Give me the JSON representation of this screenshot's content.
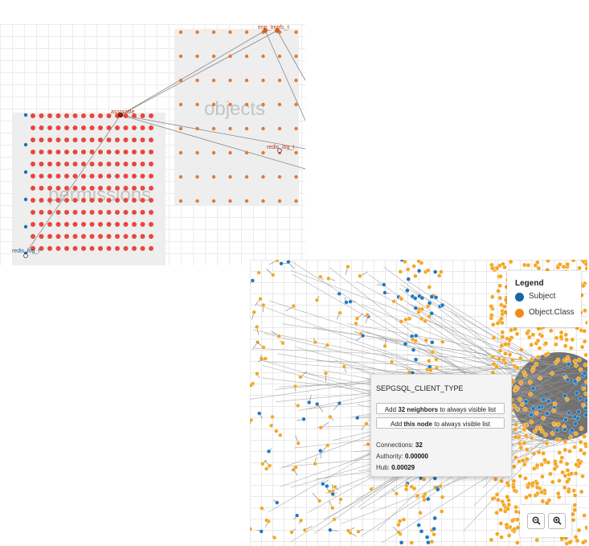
{
  "permissions_view": {
    "objects_label": "objects",
    "permissions_label": "permissions",
    "node_labels": {
      "top_object": "tmp_tmpfs_t",
      "middle_object": "redis_log_t",
      "associate": "associate",
      "bottom_left": "redis_log_t"
    },
    "colors": {
      "permission_node": "#e8473c",
      "object_node": "#e8772d",
      "subject_node": "#1f6fae"
    }
  },
  "network_view": {
    "legend": {
      "title": "Legend",
      "items": [
        {
          "label": "Subject",
          "color": "#1667a8"
        },
        {
          "label": "Object.Class",
          "color": "#f28a14"
        }
      ]
    },
    "tooltip": {
      "title": "SEPGSQL_CLIENT_TYPE",
      "add_neighbors": {
        "prefix": "Add ",
        "bold": "32 neighbors",
        "suffix": " to always visible list"
      },
      "add_node": {
        "prefix": "Add ",
        "bold": "this node",
        "suffix": " to always visible list"
      },
      "connections_label": "Connections: ",
      "connections_value": "32",
      "authority_label": "Authority: ",
      "authority_value": "0.00000",
      "hub_label": "Hub: ",
      "hub_value": "0.00029"
    },
    "zoom": {
      "zoom_out_icon": "zoom-out-icon",
      "zoom_in_icon": "zoom-in-icon"
    },
    "colors": {
      "subject": "#1f78c1",
      "object": "#f5a623",
      "edge": "#9a9a9a"
    }
  }
}
